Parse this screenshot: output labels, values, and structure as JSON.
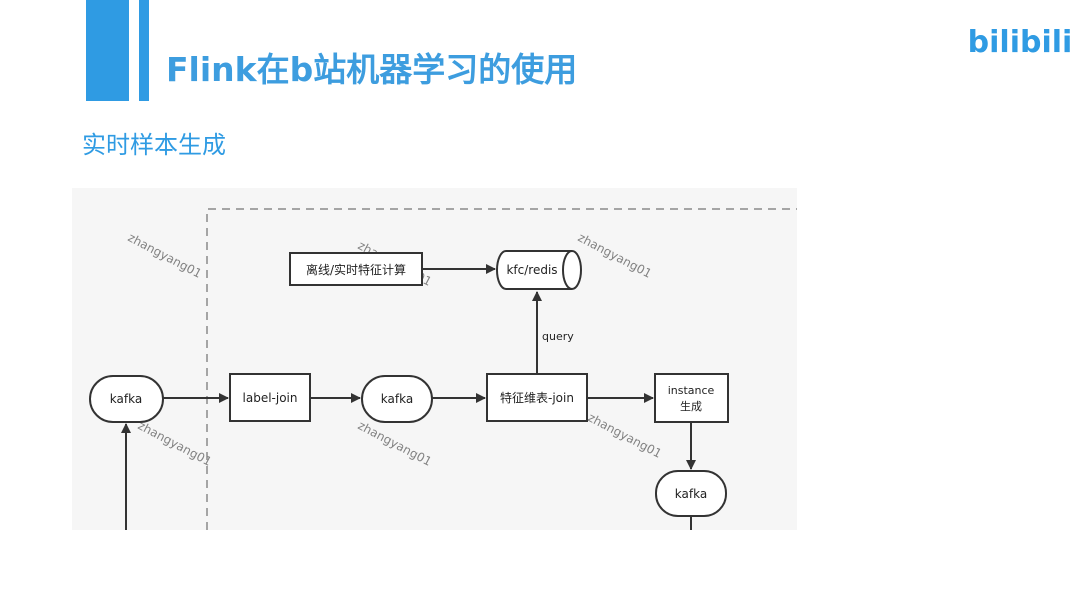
{
  "slide": {
    "title": "Flink在b站机器学习的使用",
    "subtitle": "实时样本生成",
    "logo_text": "bilibili"
  },
  "colors": {
    "accent": "#2f9be3",
    "title": "#3d9ddf",
    "diagram_bg": "#f6f6f6",
    "stroke": "#333333",
    "dashed_border": "#8a8a8a"
  },
  "diagram": {
    "nodes": {
      "offline_realtime_features": "离线/实时特征计算",
      "kfc_redis": "kfc/redis",
      "kafka_source": "kafka",
      "label_join": "label-join",
      "kafka_mid": "kafka",
      "feature_dim_join": "特征维表-join",
      "instance_gen_line1": "instance",
      "instance_gen_line2": "生成",
      "kafka_sink": "kafka"
    },
    "edge_labels": {
      "query": "query"
    },
    "watermark": "zhangyang01"
  }
}
